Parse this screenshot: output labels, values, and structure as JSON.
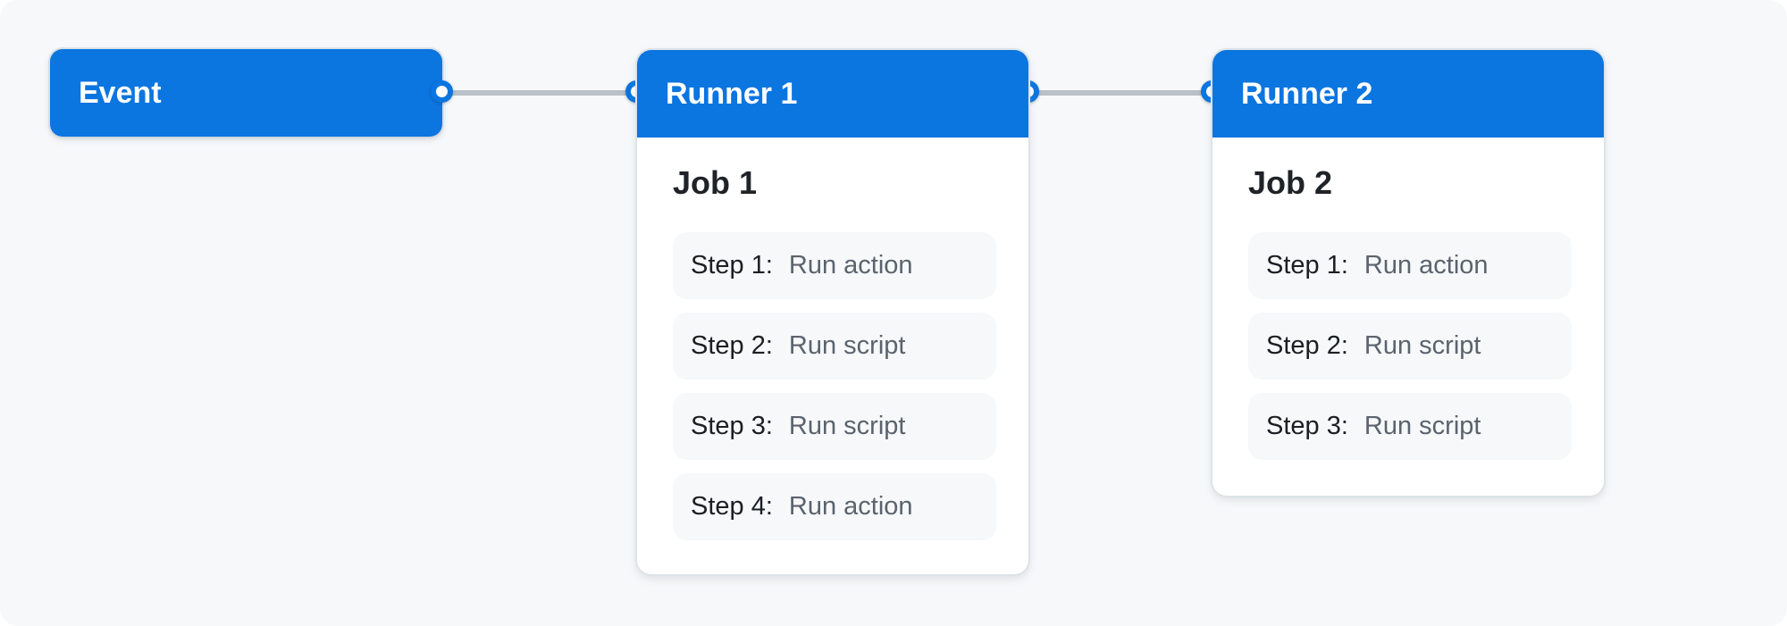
{
  "colors": {
    "canvas_background": "#f6f8fa",
    "node_blue": "#0b75e0",
    "connector_gray": "#b9c0c7",
    "card_background": "#ffffff",
    "card_border": "#dde3e9",
    "step_pill_background": "#f6f8fa",
    "job_title_text": "#1f2328",
    "step_label_text": "#1b1f24",
    "step_action_text": "#5b636d",
    "node_title_text": "#ffffff"
  },
  "diagram": {
    "event_node": {
      "label": "Event"
    },
    "runners": [
      {
        "title": "Runner 1",
        "job": {
          "title": "Job 1",
          "steps": [
            {
              "label": "Step 1:",
              "action": "Run action"
            },
            {
              "label": "Step 2:",
              "action": "Run script"
            },
            {
              "label": "Step 3:",
              "action": "Run script"
            },
            {
              "label": "Step 4:",
              "action": "Run action"
            }
          ]
        }
      },
      {
        "title": "Runner 2",
        "job": {
          "title": "Job 2",
          "steps": [
            {
              "label": "Step 1:",
              "action": "Run action"
            },
            {
              "label": "Step 2:",
              "action": "Run script"
            },
            {
              "label": "Step 3:",
              "action": "Run script"
            }
          ]
        }
      }
    ]
  }
}
